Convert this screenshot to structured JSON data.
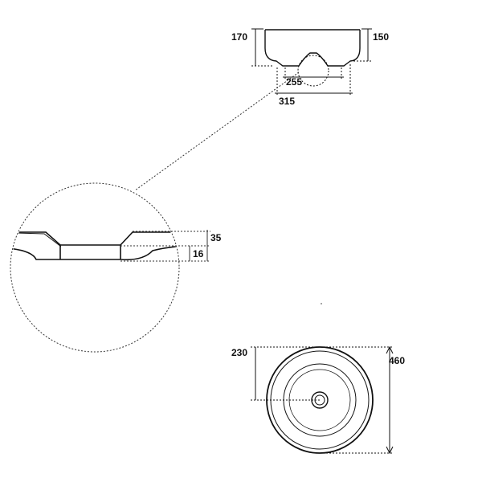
{
  "drawing": {
    "dimensions": {
      "side_height_outer": "170",
      "side_height_inner": "150",
      "base_width": "255",
      "foot_width": "315",
      "detail_step_height": "35",
      "detail_foot_height": "16",
      "radius": "230",
      "diameter": "460"
    }
  },
  "colors": {
    "line": "#111111",
    "dotted": "#333333",
    "background": "#ffffff"
  }
}
